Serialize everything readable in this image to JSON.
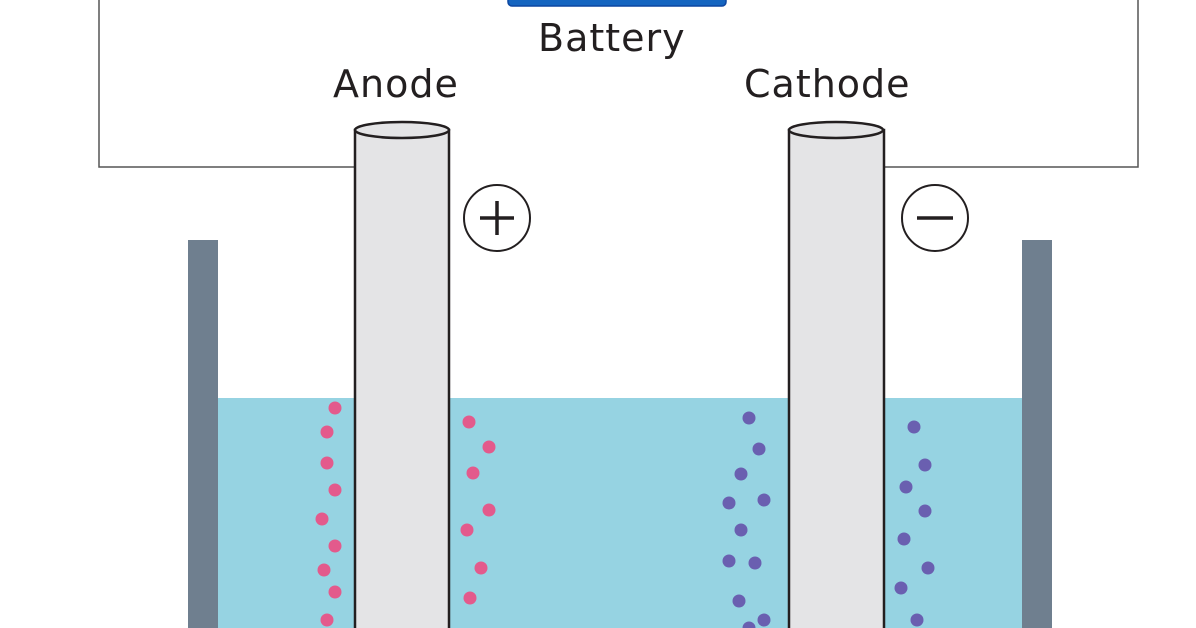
{
  "labels": {
    "battery": "Battery",
    "anode": "Anode",
    "cathode": "Cathode",
    "anode_sign": "+",
    "cathode_sign": "−"
  },
  "colors": {
    "battery_body": "#1565c0",
    "wire": "#555555",
    "electrode_fill": "#e4e4e6",
    "electrode_stroke": "#231f20",
    "beaker_wall": "#6f7f8f",
    "electrolyte": "#96d3e2",
    "anode_ions": "#e35a8c",
    "cathode_ions": "#6a5fb0"
  }
}
